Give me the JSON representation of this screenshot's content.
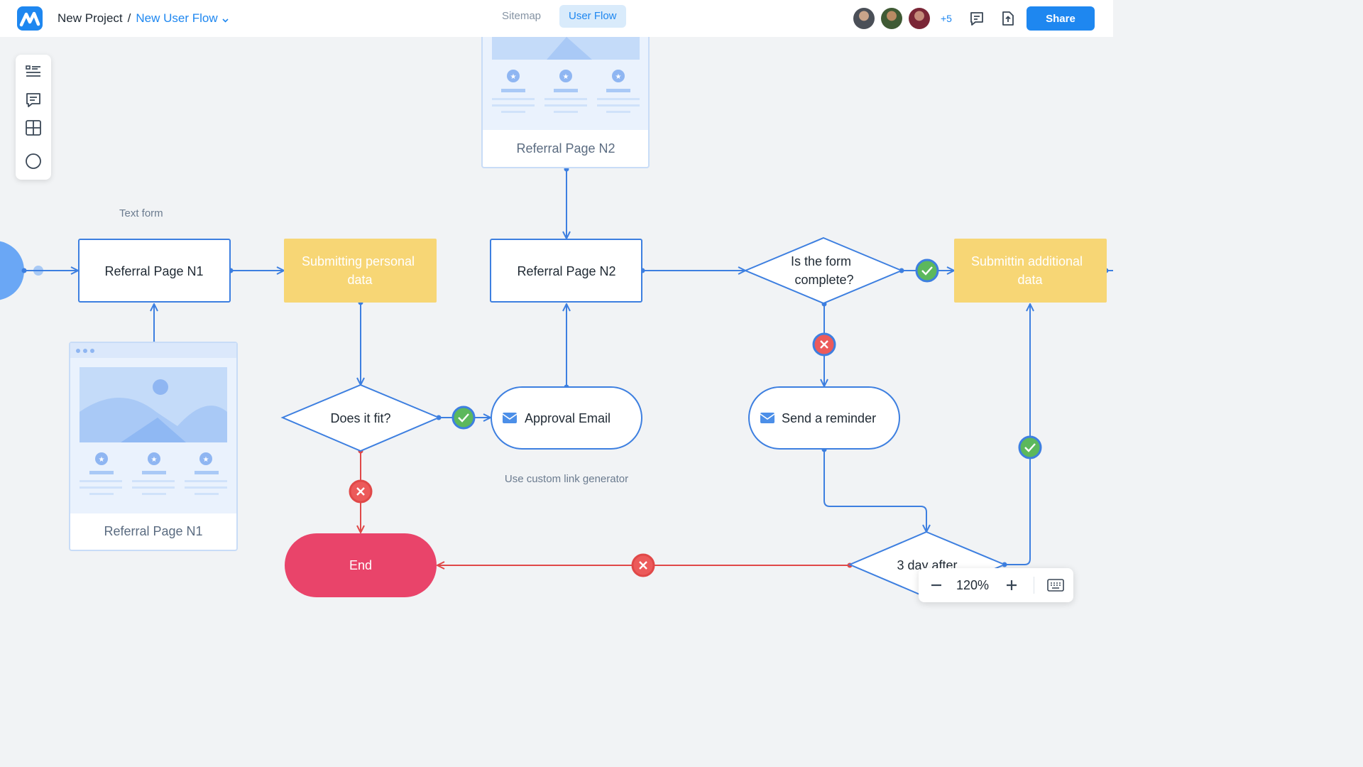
{
  "header": {
    "project": "New Project",
    "separator": "/",
    "flow_name": "New User Flow",
    "tabs": [
      {
        "label": "Sitemap",
        "active": false
      },
      {
        "label": "User Flow",
        "active": true
      }
    ],
    "collaborators_more": "+5",
    "share_label": "Share"
  },
  "toolbar": {
    "tools": [
      "list-icon",
      "comment-icon",
      "grid-icon",
      "circle-icon"
    ]
  },
  "canvas": {
    "annotations": {
      "text_form": "Text form",
      "custom_link": "Use custom link generator"
    },
    "nodes": {
      "referral_n1": "Referral Page N1",
      "submitting_personal": [
        "Submitting personal",
        "data"
      ],
      "referral_n2": "Referral Page N2",
      "form_complete": [
        "Is the form",
        "complete?"
      ],
      "submitting_additional": [
        "Submittin additional",
        "data"
      ],
      "does_it_fit": "Does it fit?",
      "approval_email": "Approval Email",
      "send_reminder": "Send a reminder",
      "three_day_after": "3 day after",
      "end": "End"
    },
    "thumbnails": {
      "n1_caption": "Referral Page N1",
      "n2_caption": "Referral Page N2"
    }
  },
  "zoom": {
    "level": "120%"
  },
  "colors": {
    "accent": "#1e87f0",
    "flow_line": "#3d7fe0",
    "yellow_node": "#f7d675",
    "end_node": "#e9446a",
    "fail_line": "#e04848",
    "success_badge": "#5cb85c"
  }
}
